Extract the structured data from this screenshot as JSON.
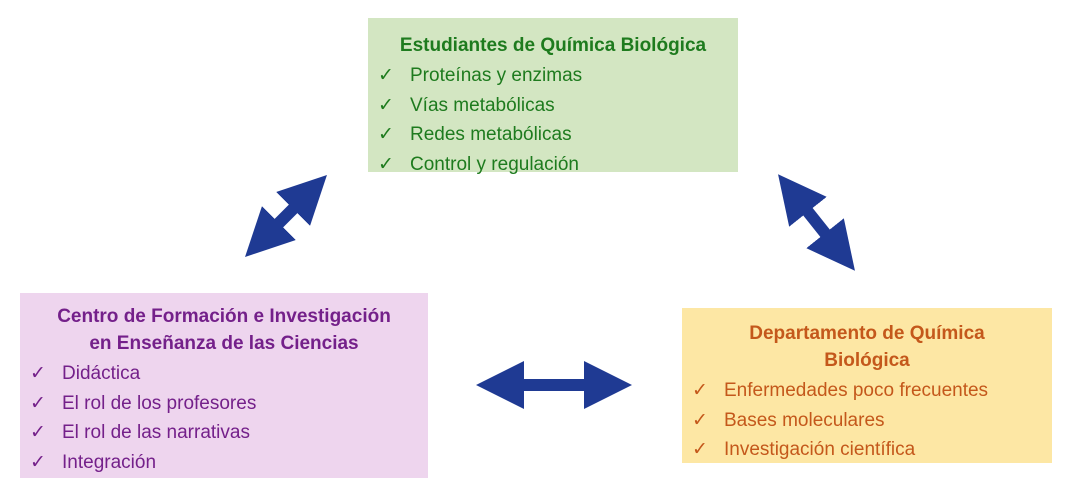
{
  "nodes": {
    "students": {
      "title": "Estudiantes de Química Biológica",
      "items": [
        "Proteínas y enzimas",
        "Vías metabólicas",
        "Redes metabólicas",
        "Control y regulación"
      ]
    },
    "center": {
      "title_line1": "Centro de Formación e Investigación",
      "title_line2": "en Enseñanza de las Ciencias",
      "items": [
        "Didáctica",
        "El rol de los profesores",
        "El rol de las narrativas",
        "Integración"
      ]
    },
    "department": {
      "title_line1": "Departamento de Química",
      "title_line2": "Biológica",
      "items": [
        "Enfermedades poco frecuentes",
        "Bases moleculares",
        "Investigación científica"
      ]
    }
  },
  "check_mark": "✓",
  "colors": {
    "arrow": "#1f3a93",
    "green_bg": "#d3e6c2",
    "pink_bg": "#eed5ee",
    "yellow_bg": "#fde7a4"
  }
}
